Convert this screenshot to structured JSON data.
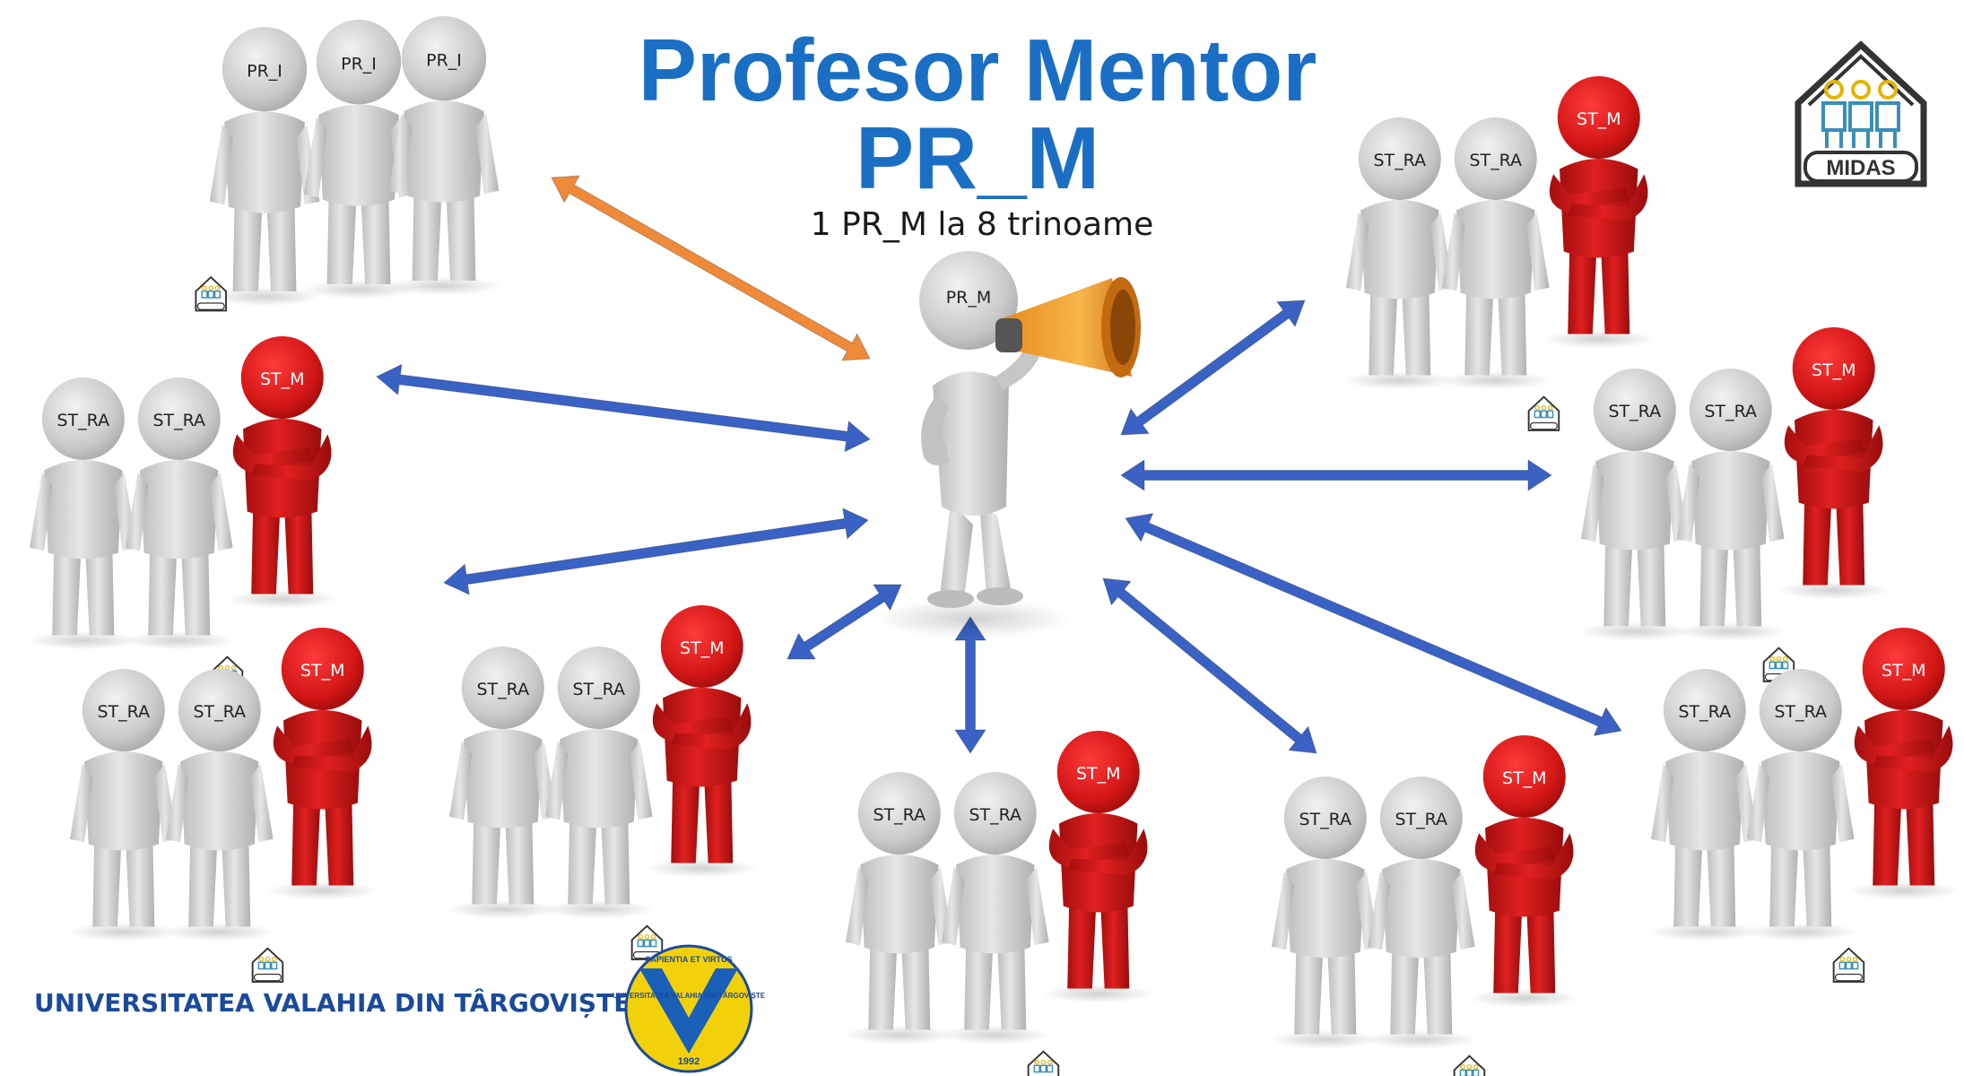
{
  "title": {
    "line1": "Profesor Mentor",
    "line2": "PR_M"
  },
  "subtitle": "1 PR_M la 8 trinoame",
  "center": {
    "label": "PR_M"
  },
  "instructors": {
    "labels": [
      "PR_I",
      "PR_I",
      "PR_I"
    ]
  },
  "trio": {
    "assistant_label": "ST_RA",
    "mentor_label": "ST_M"
  },
  "university": {
    "name": "UNIVERSITATEA VALAHIA DIN TÂRGOVIȘTE"
  },
  "midas_logo": {
    "label": "MIDAS"
  },
  "univ_logo": {
    "motto": "SAPIENTIA ET VIRTUS",
    "name": "UNIVERSITATEA VALAHIA DIN TÂRGOVIȘTE",
    "year": "1992"
  },
  "colors": {
    "title": "#1a6fc4",
    "arrow_blue": "#3a62c4",
    "arrow_orange": "#ef8a3a",
    "figure_gray": "#c8c8c8",
    "figure_red": "#d01818",
    "university_text": "#1a4a9c"
  }
}
